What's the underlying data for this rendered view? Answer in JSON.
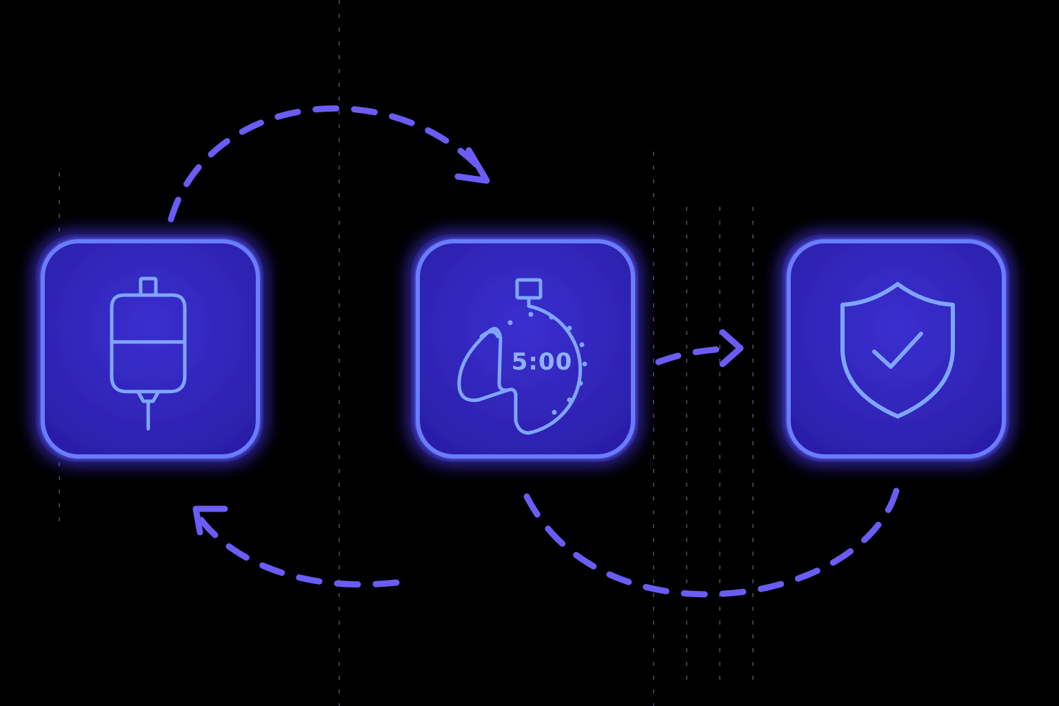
{
  "colors": {
    "background": "#000000",
    "tile_fill": "#2f22b4",
    "tile_border": "#6a7cff",
    "glow": "#4d3dff",
    "icon_stroke": "#7fa6ff",
    "arrow": "#6b5cf5",
    "grid_line": "#5a5a7a"
  },
  "nodes": [
    {
      "id": "iv-bag",
      "icon": "iv-bag-icon"
    },
    {
      "id": "timer",
      "icon": "stopwatch-icon",
      "label": "5:00"
    },
    {
      "id": "shield",
      "icon": "shield-check-icon"
    }
  ],
  "connections": [
    {
      "from": "iv-bag",
      "to": "timer",
      "style": "dashed-arc"
    },
    {
      "from": "timer",
      "to": "shield",
      "style": "dashed-arrow"
    },
    {
      "from": "shield",
      "to": "timer",
      "style": "dashed-arc"
    },
    {
      "from": "timer",
      "to": "iv-bag",
      "style": "dashed-arc"
    }
  ]
}
